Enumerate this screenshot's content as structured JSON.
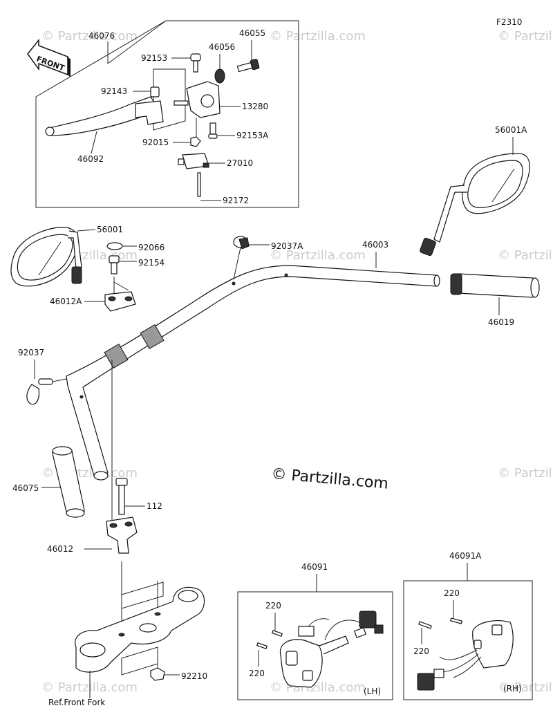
{
  "figure_code": "F2310",
  "copyright": "© Partzilla.com",
  "watermark": "© Partzilla.com",
  "front_label": "FRONT",
  "lh_label": "(LH)",
  "rh_label": "(RH)",
  "ref_label": "Ref.Front Fork",
  "labels": {
    "p46076": "46076",
    "p46055": "46055",
    "p92153": "92153",
    "p46056": "46056",
    "p92143": "92143",
    "p13280": "13280",
    "p92153a": "92153A",
    "p46092": "46092",
    "p92015": "92015",
    "p27010": "27010",
    "p92172": "92172",
    "p56001a": "56001A",
    "p56001": "56001",
    "p92066": "92066",
    "p92154": "92154",
    "p92037a": "92037A",
    "p46003": "46003",
    "p46012a": "46012A",
    "p46019": "46019",
    "p92037": "92037",
    "p46075": "46075",
    "p112": "112",
    "p46012": "46012",
    "p92210": "92210",
    "p46091": "46091",
    "p46091a": "46091A",
    "p220_a": "220",
    "p220_b": "220",
    "p220_c": "220",
    "p220_d": "220"
  }
}
